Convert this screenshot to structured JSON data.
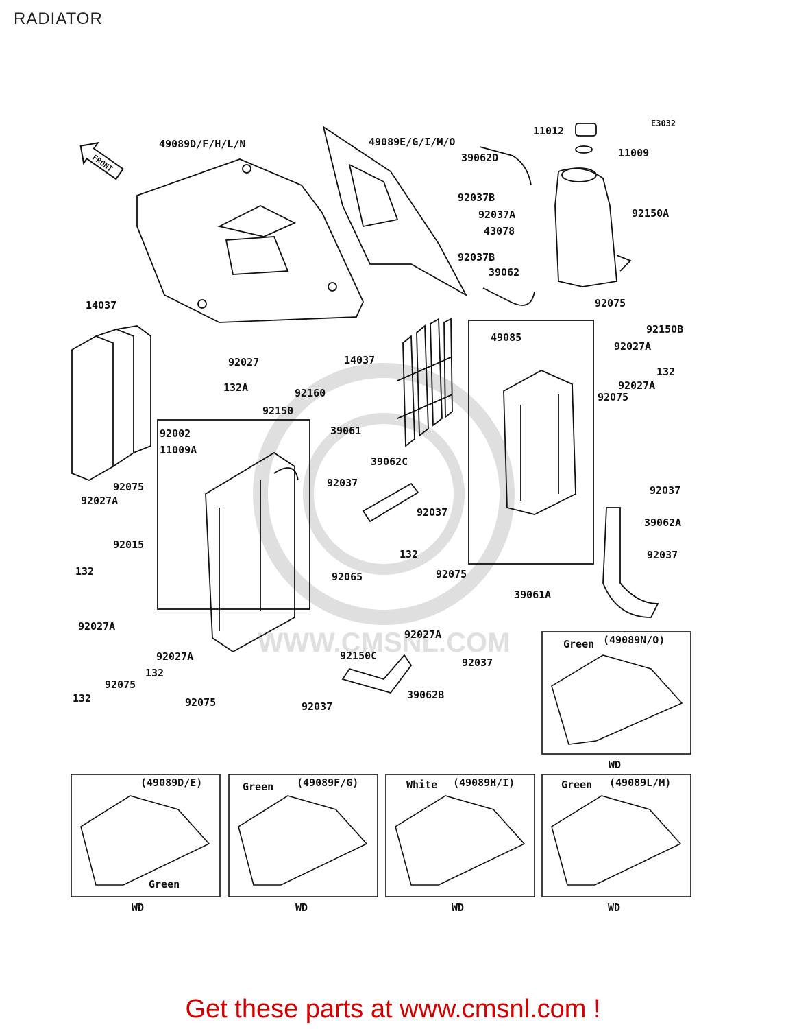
{
  "page_title": "RADIATOR",
  "diagram_code": "E3032",
  "front_label": "FRONT",
  "footer_cta": "Get these parts at www.cmsnl.com !",
  "parts": [
    "49089D/F/H/L/N",
    "49089E/G/I/M/O",
    "11012",
    "11009",
    "39062D",
    "92037B",
    "92037A",
    "43078",
    "92150A",
    "92037B",
    "39062",
    "14037",
    "92027",
    "132A",
    "92150",
    "92160",
    "14037",
    "49085",
    "92075",
    "92027A",
    "92150B",
    "92027A",
    "132",
    "92075",
    "92002",
    "11009A",
    "39061",
    "39062C",
    "92037",
    "92037",
    "92037",
    "39062A",
    "92075",
    "92027A",
    "92015",
    "132",
    "92065",
    "132",
    "92075",
    "39061A",
    "92037",
    "92027A",
    "92150C",
    "92037",
    "92027A",
    "92075",
    "92027A",
    "132",
    "132",
    "92075",
    "92037",
    "39062B"
  ],
  "variants": [
    {
      "code": "(49089N/O)",
      "color": "Green",
      "note": "WD"
    },
    {
      "code": "(49089D/E)",
      "color": "Green",
      "note": "WD"
    },
    {
      "code": "(49089F/G)",
      "color": "Green",
      "note": "WD"
    },
    {
      "code": "(49089H/I)",
      "color": "White",
      "note": "WD"
    },
    {
      "code": "(49089L/M)",
      "color": "Green",
      "note": "WD"
    }
  ],
  "watermark": "WWW.CMSNL.COM"
}
